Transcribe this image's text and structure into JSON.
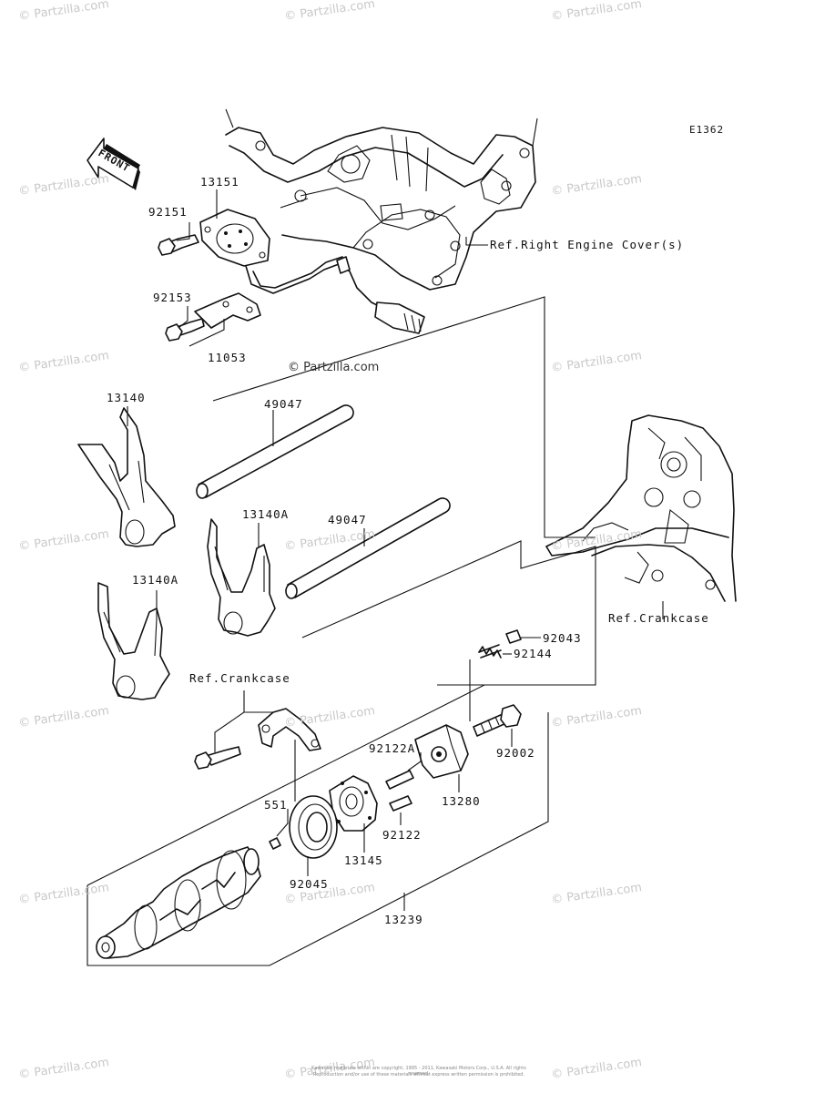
{
  "diagram_code": "E1362",
  "front_label": "FRONT",
  "labels": {
    "p13151": "13151",
    "p92151": "92151",
    "ref_right_cover": "Ref.Right Engine Cover(s)",
    "p92153": "92153",
    "p11053": "11053",
    "p13140": "13140",
    "p49047a": "49047",
    "p13140A_a": "13140A",
    "p49047b": "49047",
    "p13140A_b": "13140A",
    "ref_crankcase_right": "Ref.Crankcase",
    "p92043": "92043",
    "p92144": "92144",
    "ref_crankcase_left": "Ref.Crankcase",
    "p92122A": "92122A",
    "p92002": "92002",
    "p13280": "13280",
    "p551": "551",
    "p92122": "92122",
    "p13145": "13145",
    "p92045": "92045",
    "p13239": "13239"
  },
  "watermark": "© Partzilla.com",
  "copyright_line1": "Kawasaki materials within are copyright, 1995 - 2011, Kawasaki Motors Corp., U.S.A. All rights reserved.",
  "copyright_line2": "Reproduction and/or use of these materials without express written permission is prohibited."
}
